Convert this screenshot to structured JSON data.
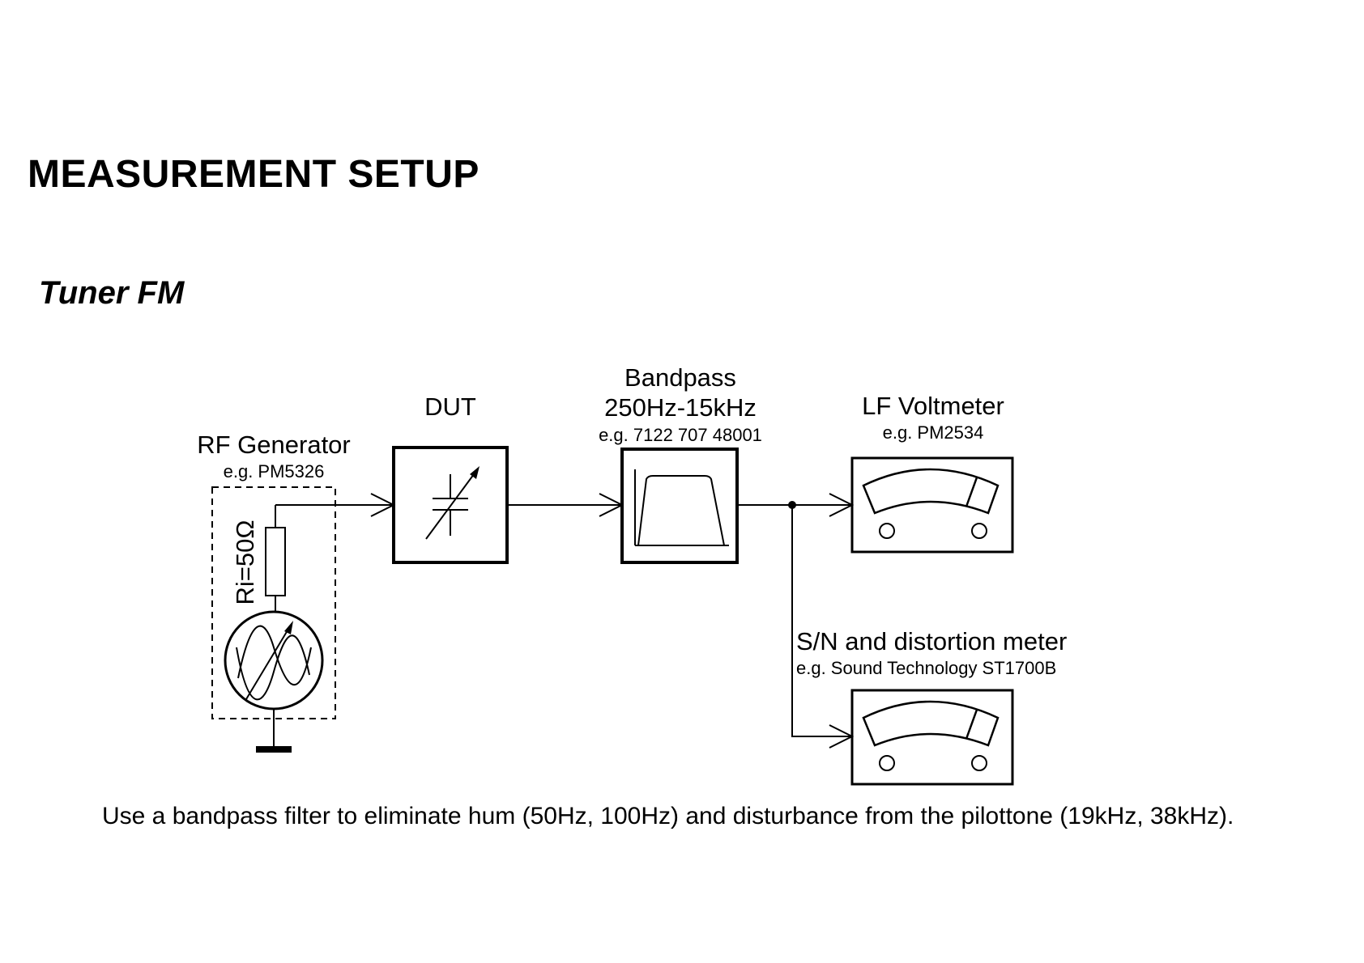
{
  "page": {
    "title": "MEASUREMENT SETUP",
    "section": "Tuner FM",
    "note": "Use a bandpass filter to eliminate hum (50Hz, 100Hz) and disturbance from the pilottone (19kHz, 38kHz)."
  },
  "diagram": {
    "rf_generator": {
      "label": "RF Generator",
      "example": "e.g. PM5326",
      "resistor_label": "Ri=50Ω"
    },
    "dut": {
      "label": "DUT"
    },
    "bandpass": {
      "label": "Bandpass",
      "range": "250Hz-15kHz",
      "example": "e.g. 7122 707 48001"
    },
    "lf_voltmeter": {
      "label": "LF Voltmeter",
      "example": "e.g. PM2534"
    },
    "sn_meter": {
      "label": "S/N and distortion meter",
      "example": "e.g. Sound Technology ST1700B"
    }
  }
}
